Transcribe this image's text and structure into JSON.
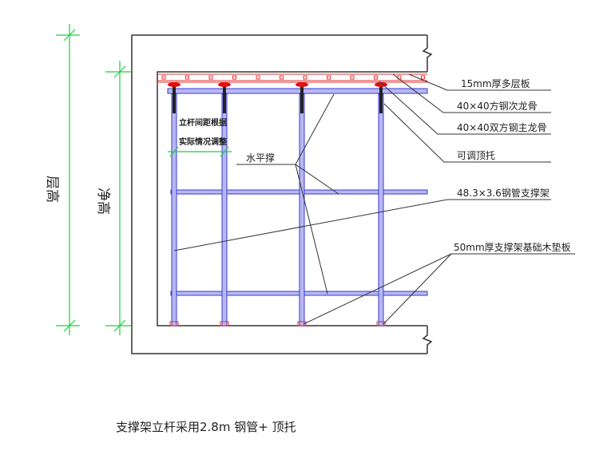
{
  "dimensions": {
    "floor_height": "层高",
    "clear_height": "净高"
  },
  "labels": {
    "plywood": "15mm厚多层板",
    "secondary_joist": "40×40方钢次龙骨",
    "main_joist": "40×40双方钢主龙骨",
    "adjustable_head": "可调顶托",
    "horizontal_brace": "水平撑",
    "steel_pipe": "48.3×3.6钢管支撑架",
    "base_board": "50mm厚支撑架基础木垫板",
    "spacing_note_1": "立杆间距根据",
    "spacing_note_2": "实际情况调整"
  },
  "caption": "支撑架立杆采用2.8m 钢管+ 顶托",
  "colors": {
    "pipe": "#3a3ad8",
    "pipe_fill": "#b8b8f0",
    "formwork": "#e03030",
    "dimension": "#22cc44",
    "line": "#333333"
  }
}
